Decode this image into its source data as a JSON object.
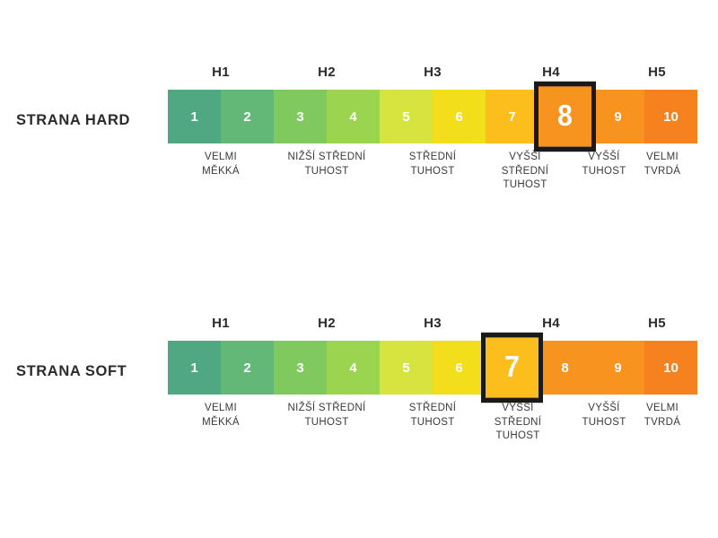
{
  "meta": {
    "segment_colors": [
      "#4FA882",
      "#64B877",
      "#7FC95F",
      "#9BD44F",
      "#D7E33E",
      "#F2DE1B",
      "#FBBE1C",
      "#F79420",
      "#F7931E",
      "#F6821F"
    ],
    "highlight_border_color": "#1A1A1A",
    "text_color": "#2B2B2B",
    "caption_color": "#3A3A3A"
  },
  "chart_data": {
    "type": "bar",
    "title": "",
    "xlabel": "",
    "ylabel": "",
    "categories": [
      "1",
      "2",
      "3",
      "4",
      "5",
      "6",
      "7",
      "8",
      "9",
      "10"
    ],
    "series": [
      {
        "name": "STRANA HARD",
        "highlight_value": "8"
      },
      {
        "name": "STRANA SOFT",
        "highlight_value": "7"
      }
    ],
    "group_labels": [
      "H1",
      "H2",
      "H3",
      "H4",
      "H5"
    ],
    "hardness_captions": [
      "VELMI\nMĚKKÁ",
      "NIŽŠÍ STŘEDNÍ\nTUHOST",
      "STŘEDNÍ\nTUHOST",
      "VYŠŠÍ\nSTŘEDNÍ\nTUHOST",
      "VYŠŠÍ\nTUHOST",
      "VELMI\nTVRDÁ"
    ]
  },
  "rows": [
    {
      "label": "STRANA HARD",
      "segments": [
        {
          "value": "1",
          "color": "#4FA882",
          "highlighted": false
        },
        {
          "value": "2",
          "color": "#64B877",
          "highlighted": false
        },
        {
          "value": "3",
          "color": "#7FC95F",
          "highlighted": false
        },
        {
          "value": "4",
          "color": "#9BD44F",
          "highlighted": false
        },
        {
          "value": "5",
          "color": "#D7E33E",
          "highlighted": false
        },
        {
          "value": "6",
          "color": "#F2DE1B",
          "highlighted": false
        },
        {
          "value": "7",
          "color": "#FBBE1C",
          "highlighted": false
        },
        {
          "value": "8",
          "color": "#F79420",
          "highlighted": true
        },
        {
          "value": "9",
          "color": "#F7931E",
          "highlighted": false
        },
        {
          "value": "10",
          "color": "#F6821F",
          "highlighted": false
        }
      ],
      "group_labels": [
        {
          "text": "H1",
          "left": 0,
          "width": 118
        },
        {
          "text": "H2",
          "left": 118,
          "width": 118
        },
        {
          "text": "H3",
          "left": 236,
          "width": 118
        },
        {
          "text": "H4",
          "left": 383,
          "width": 88
        },
        {
          "text": "H5",
          "left": 500,
          "width": 90
        }
      ],
      "captions": [
        {
          "text": "VELMI\nMĚKKÁ",
          "left": 0,
          "width": 118
        },
        {
          "text": "NIŽŠÍ STŘEDNÍ\nTUHOST",
          "left": 118,
          "width": 118
        },
        {
          "text": "STŘEDNÍ\nTUHOST",
          "left": 236,
          "width": 118
        },
        {
          "text": "VYŠŠÍ\nSTŘEDNÍ\nTUHOST",
          "left": 354,
          "width": 88
        },
        {
          "text": "VYŠŠÍ\nTUHOST",
          "left": 442,
          "width": 88
        },
        {
          "text": "VELMI\nTVRDÁ",
          "left": 512,
          "width": 78
        }
      ]
    },
    {
      "label": "STRANA SOFT",
      "segments": [
        {
          "value": "1",
          "color": "#4FA882",
          "highlighted": false
        },
        {
          "value": "2",
          "color": "#64B877",
          "highlighted": false
        },
        {
          "value": "3",
          "color": "#7FC95F",
          "highlighted": false
        },
        {
          "value": "4",
          "color": "#9BD44F",
          "highlighted": false
        },
        {
          "value": "5",
          "color": "#D7E33E",
          "highlighted": false
        },
        {
          "value": "6",
          "color": "#F2DE1B",
          "highlighted": false
        },
        {
          "value": "7",
          "color": "#FBBE1C",
          "highlighted": true
        },
        {
          "value": "8",
          "color": "#F79420",
          "highlighted": false
        },
        {
          "value": "9",
          "color": "#F7931E",
          "highlighted": false
        },
        {
          "value": "10",
          "color": "#F6821F",
          "highlighted": false
        }
      ],
      "group_labels": [
        {
          "text": "H1",
          "left": 0,
          "width": 118
        },
        {
          "text": "H2",
          "left": 118,
          "width": 118
        },
        {
          "text": "H3",
          "left": 236,
          "width": 118
        },
        {
          "text": "H4",
          "left": 383,
          "width": 88
        },
        {
          "text": "H5",
          "left": 500,
          "width": 90
        }
      ],
      "captions": [
        {
          "text": "VELMI\nMĚKKÁ",
          "left": 0,
          "width": 118
        },
        {
          "text": "NIŽŠÍ STŘEDNÍ\nTUHOST",
          "left": 118,
          "width": 118
        },
        {
          "text": "STŘEDNÍ\nTUHOST",
          "left": 236,
          "width": 118
        },
        {
          "text": "VYŠŠÍ\nSTŘEDNÍ\nTUHOST",
          "left": 342,
          "width": 96
        },
        {
          "text": "VYŠŠÍ\nTUHOST",
          "left": 442,
          "width": 88
        },
        {
          "text": "VELMI\nTVRDÁ",
          "left": 512,
          "width": 78
        }
      ]
    }
  ]
}
